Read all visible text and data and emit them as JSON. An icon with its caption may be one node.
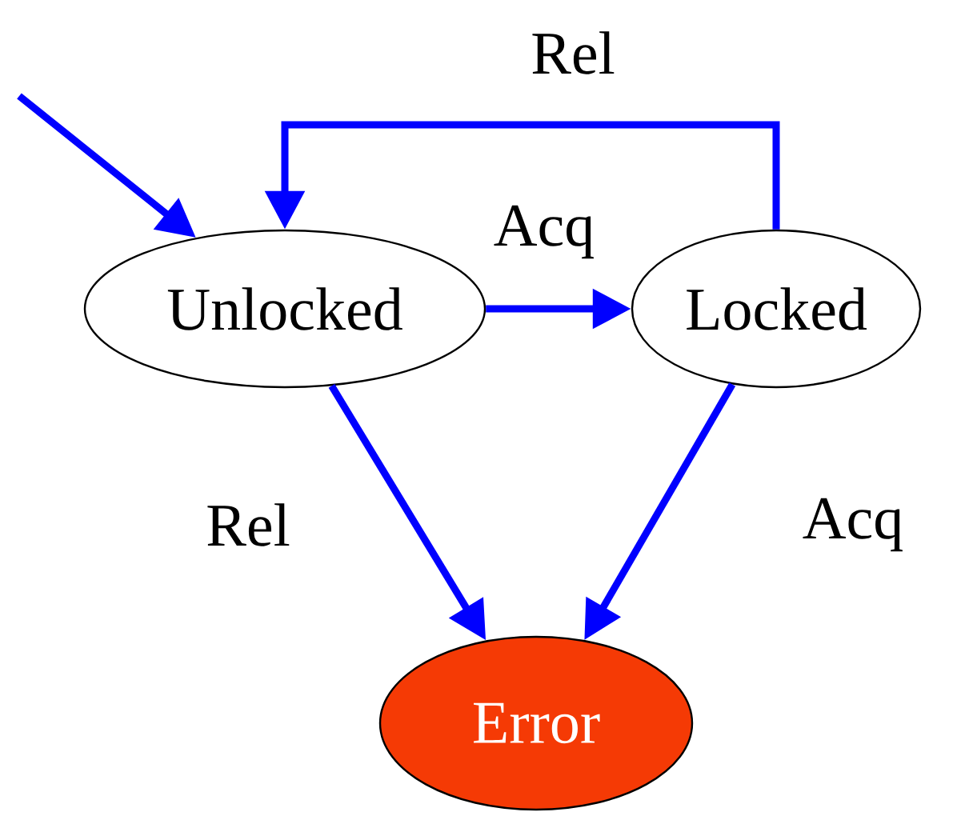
{
  "diagram": {
    "nodes": [
      {
        "text": [
          "Unlocked"
        ]
      },
      {
        "text": [
          "Locked"
        ]
      },
      {
        "text": [
          "Error"
        ]
      }
    ],
    "edges": [
      {
        "from": null,
        "to": 0,
        "arrow": "to"
      },
      {
        "from": 1,
        "to": 0,
        "arrow": "to",
        "label": "Rel"
      },
      {
        "from": 0,
        "to": 1,
        "arrow": "to",
        "label": "Acq"
      },
      {
        "from": 0,
        "to": 2,
        "arrow": "to",
        "label": "Rel"
      },
      {
        "from": 1,
        "to": 2,
        "arrow": "to",
        "label": "Acq"
      }
    ]
  }
}
